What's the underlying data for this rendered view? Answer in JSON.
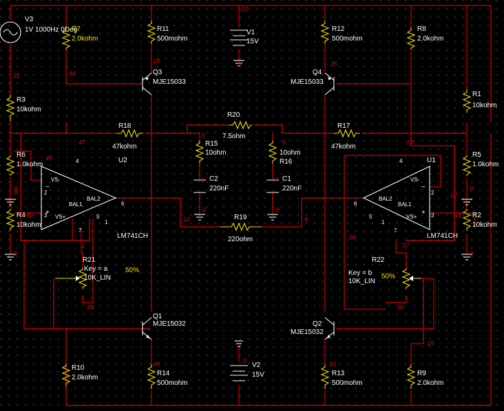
{
  "background_color": "#000000",
  "wire_color": "#d40000",
  "label_color": "#f2e200",
  "component_color": "#ffffff",
  "components": {
    "V3": {
      "ref": "V3",
      "value": "1V 1000Hz 0Deg"
    },
    "V1": {
      "ref": "V1",
      "value": "15V"
    },
    "V2": {
      "ref": "V2",
      "value": "15V"
    },
    "R11": {
      "ref": "R11",
      "value": "500mohm"
    },
    "R12": {
      "ref": "R12",
      "value": "500mohm"
    },
    "R13": {
      "ref": "R13",
      "value": "500mohm"
    },
    "R14": {
      "ref": "R14",
      "value": "500mohm"
    },
    "R7": {
      "ref": "R7",
      "value": "2.0kohm"
    },
    "R8": {
      "ref": "R8",
      "value": "2.0kohm"
    },
    "R9": {
      "ref": "R9",
      "value": "2.0kohm"
    },
    "R10": {
      "ref": "R10",
      "value": "2.0kohm"
    },
    "R1": {
      "ref": "R1",
      "value": "10kohm"
    },
    "R2": {
      "ref": "R2",
      "value": "10kohm"
    },
    "R3": {
      "ref": "R3",
      "value": "10kohm"
    },
    "R4": {
      "ref": "R4",
      "value": "10kohm"
    },
    "R5": {
      "ref": "R5",
      "value": "1.0kohm"
    },
    "R6": {
      "ref": "R6",
      "value": "1.0kohm"
    },
    "R15": {
      "ref": "R15",
      "value": "10ohm"
    },
    "R16": {
      "ref": "R16",
      "value": "10ohm"
    },
    "R17": {
      "ref": "R17",
      "value": "47kohm"
    },
    "R18": {
      "ref": "R18",
      "value": "47kohm"
    },
    "R19": {
      "ref": "R19",
      "value": "220ohm"
    },
    "R20": {
      "ref": "R20",
      "value": "7.5ohm"
    },
    "C1": {
      "ref": "C1",
      "value": "220nF"
    },
    "C2": {
      "ref": "C2",
      "value": "220nF"
    },
    "Q1": {
      "ref": "Q1",
      "value": "MJE15032"
    },
    "Q2": {
      "ref": "Q2",
      "value": "MJE15032"
    },
    "Q3": {
      "ref": "Q3",
      "value": "MJE15033"
    },
    "Q4": {
      "ref": "Q4",
      "value": "MJE15033"
    },
    "U1": {
      "ref": "U1",
      "value": "LM741CH"
    },
    "U2": {
      "ref": "U2",
      "value": "LM741CH"
    },
    "R21": {
      "ref": "R21",
      "key": "Key = a",
      "value": "10K_LIN",
      "percent": "50%"
    },
    "R22": {
      "ref": "R22",
      "key": "Key = b",
      "value": "10K_LIN",
      "percent": "50%"
    }
  },
  "opamp_pins": {
    "vminus": "VS-",
    "vplus": "VS+",
    "bal1": "BAL1",
    "bal2": "BAL2",
    "minus": "−",
    "plus": "+"
  },
  "pin_numbers": {
    "u2": {
      "p4": "4",
      "p2": "2",
      "p3": "3",
      "p7": "7",
      "p1": "1",
      "p5": "5",
      "p6": "6"
    },
    "u1": {
      "p4": "4",
      "p2": "2",
      "p3": "3",
      "p7": "7",
      "p1": "1",
      "p5": "5",
      "p6": "6"
    }
  },
  "nodes": {
    "n20": "20",
    "n11": "11",
    "n46": "46",
    "n18": "18",
    "n35": "35",
    "n47": "47",
    "n13": "13",
    "n48": "48",
    "n40": "40",
    "n9": "9",
    "n45": "45",
    "n1": "1",
    "n44": "44",
    "n12": "12",
    "n4": "4",
    "n3": "3",
    "n8": "8",
    "n5": "5",
    "n7": "7",
    "n17": "17",
    "n14": "14",
    "n34": "34",
    "n37": "37",
    "n38": "38",
    "n15": "15",
    "n49": "49",
    "n24": "24",
    "n0_v1": "0",
    "n0_v2": "0",
    "n0_c2": "0",
    "n0_c1": "0",
    "n0_r6": "0",
    "n0_r4": "0",
    "n0_r5": "0",
    "n0_r2": "0"
  }
}
